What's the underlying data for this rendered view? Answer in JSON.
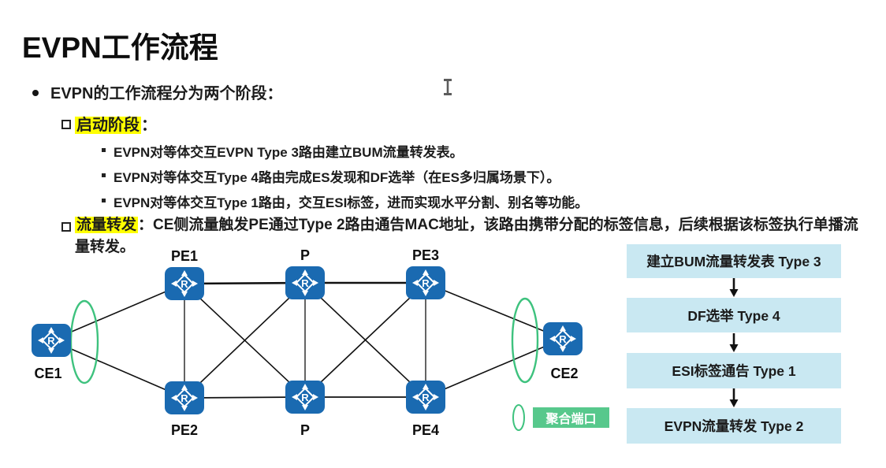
{
  "slide": {
    "title": "EVPN工作流程",
    "intro_bullet": "EVPN的工作流程分为两个阶段：",
    "startup": {
      "label": "启动阶段",
      "colon": "：",
      "items": [
        "EVPN对等体交互EVPN Type 3路由建立BUM流量转发表。",
        "EVPN对等体交互Type 4路由完成ES发现和DF选举（在ES多归属场景下）。",
        "EVPN对等体交互Type 1路由，交互ESI标签，进而实现水平分割、别名等功能。"
      ]
    },
    "forwarding": {
      "label": "流量转发",
      "text": "：CE侧流量触发PE通过Type 2路由通告MAC地址，该路由携带分配的标签信息，后续根据该标签执行单播流量转发。"
    }
  },
  "topology": {
    "router_letter": "R",
    "nodes": [
      {
        "label": "CE1"
      },
      {
        "label": "PE1"
      },
      {
        "label": "P"
      },
      {
        "label": "PE3"
      },
      {
        "label": "PE2"
      },
      {
        "label": "P"
      },
      {
        "label": "PE4"
      },
      {
        "label": "CE2"
      }
    ],
    "legend_label": "聚合端口"
  },
  "flowchart": {
    "steps": [
      {
        "label": "建立BUM流量转发表 Type 3"
      },
      {
        "label": "DF选举 Type 4"
      },
      {
        "label": "ESI标签通告 Type 1"
      },
      {
        "label": "EVPN流量转发 Type 2"
      }
    ]
  },
  "colors": {
    "router_blue": "#1a6ab1",
    "flow_box_blue": "#c9e8f2",
    "ellipse_green": "#3ec27e",
    "legend_green": "#57c88c",
    "highlight_yellow": "#ffff00",
    "text_dark": "#1c1c1c"
  }
}
